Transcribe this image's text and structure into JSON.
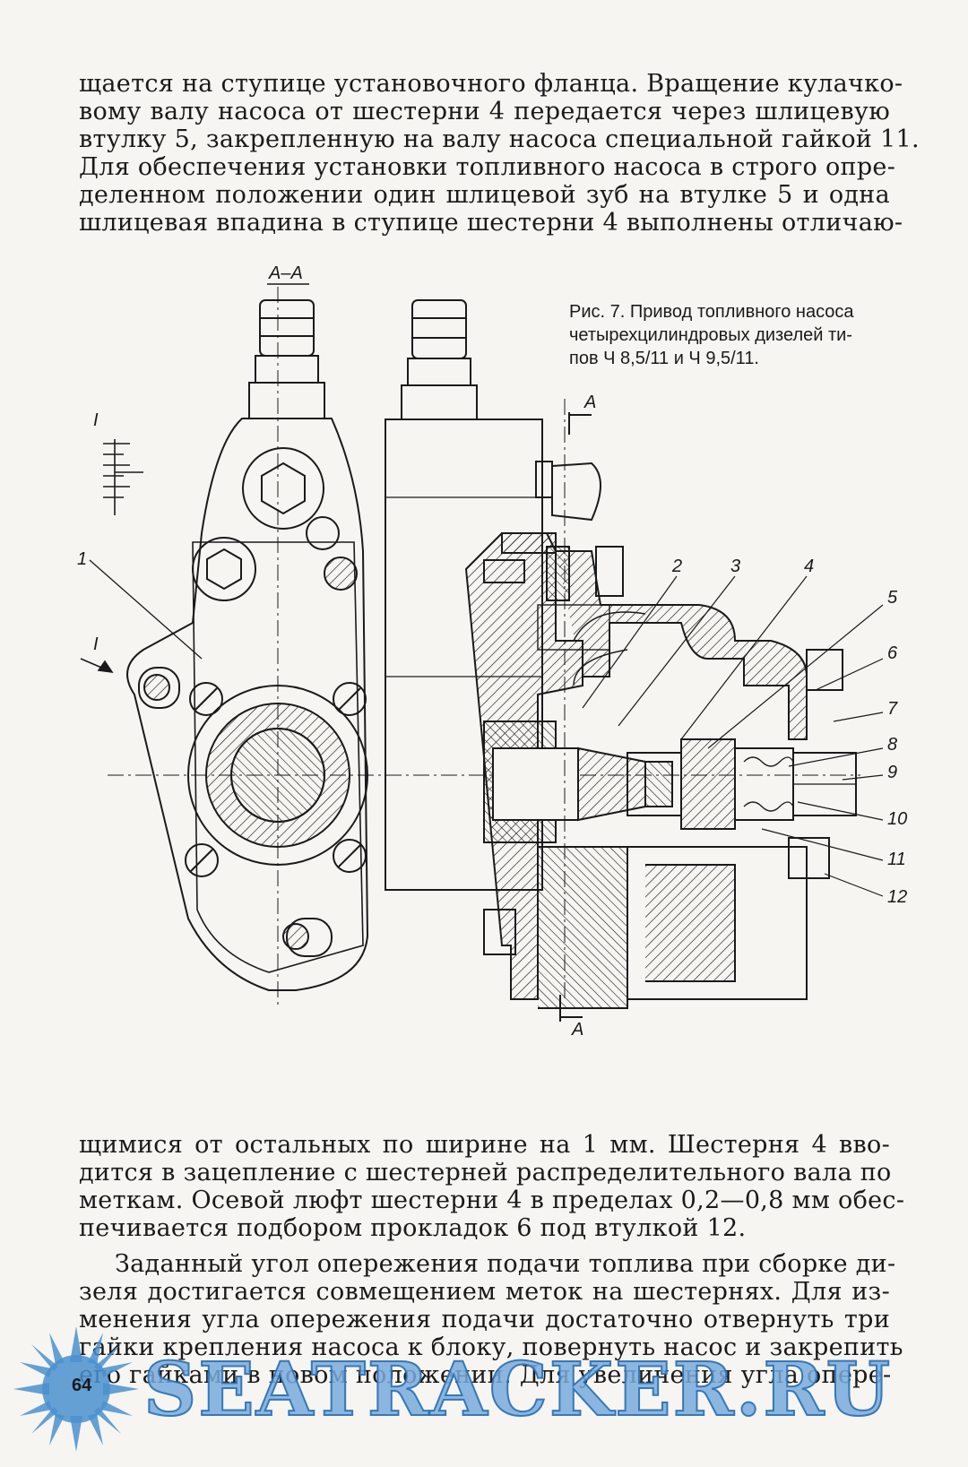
{
  "top_paragraph": [
    "щается на ступице установочного фланца. Вращение кулачко-",
    "вому валу насоса от шестерни 4 передается через шлицевую",
    "втулку 5, закрепленную на валу насоса специальной гайкой 11.",
    "Для обеспечения установки топливного насоса в строго опре-",
    "деленном положении один шлицевой зуб на втулке 5 и одна",
    "шлицевая впадина в ступице шестерни 4 выполнены отличаю-"
  ],
  "figure": {
    "caption": [
      "Рис. 7. Привод топливного насоса",
      "четырехцилиндровых дизелей ти-",
      "пов Ч 8,5/11 и Ч 9,5/11."
    ],
    "section_label": "А–А",
    "view_label": "I",
    "view_label_arrow": "I",
    "section_arrow_top": "А",
    "section_arrow_bottom": "А",
    "part_numbers": [
      "1",
      "2",
      "3",
      "4",
      "5",
      "6",
      "7",
      "8",
      "9",
      "10",
      "11",
      "12"
    ]
  },
  "bottom_paragraph": [
    "щимися от остальных по ширине на 1 мм. Шестерня 4 вво-",
    "дится в зацепление с шестерней распределительного вала по",
    "меткам. Осевой люфт шестерни 4 в пределах 0,2—0,8 мм обес-",
    "печивается подбором прокладок 6 под втулкой 12."
  ],
  "bottom_paragraph2": [
    "Заданный угол опережения подачи топлива при сборке ди-",
    "зеля достигается совмещением меток на шестернях. Для из-",
    "менения угла опережения подачи достаточно отвернуть три",
    "гайки крепления насоса к блоку, повернуть насос и закрепить",
    "его гайками в новом положении. Для увеличения угла опере-"
  ],
  "page_number": "64",
  "watermark": "SEATRACKER.RU",
  "colors": {
    "ink": "#1a1a1a",
    "paper": "#f6f5f1",
    "watermark": "#4a90cf"
  }
}
